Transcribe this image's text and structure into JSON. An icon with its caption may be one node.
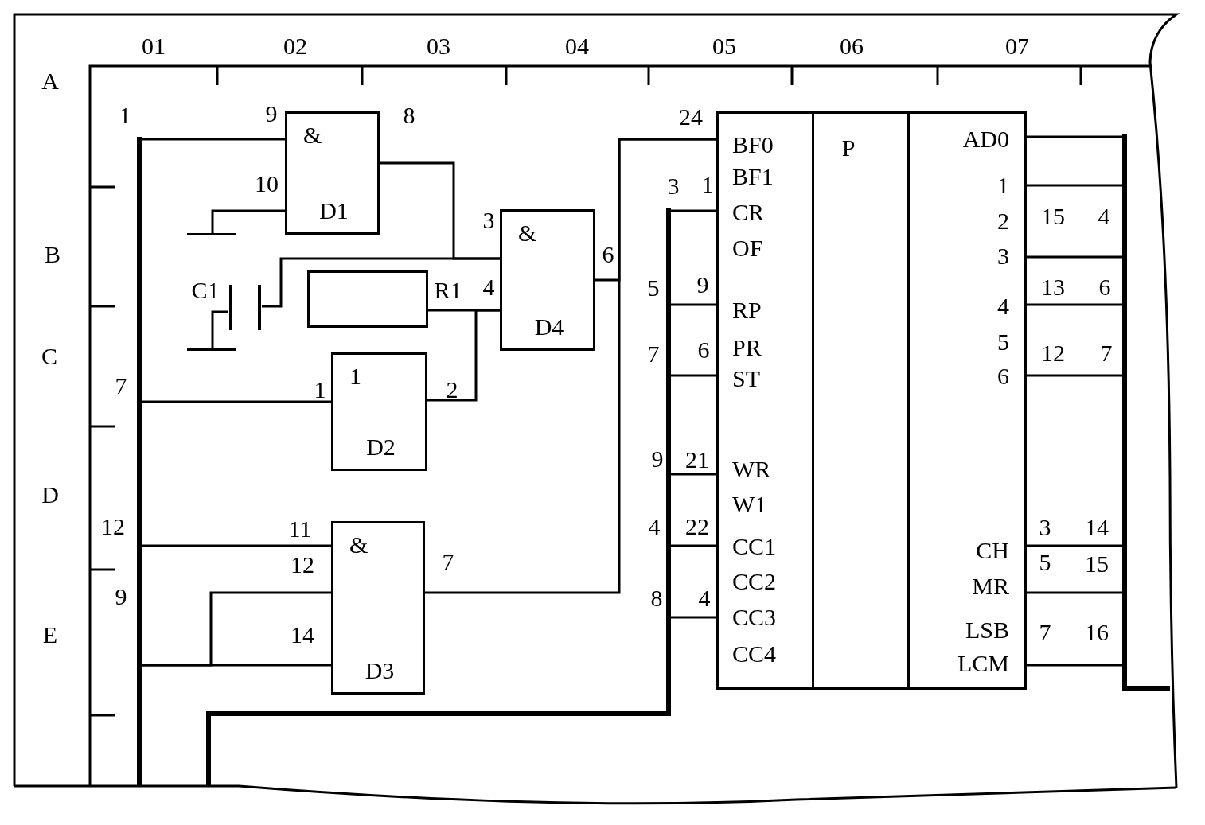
{
  "diagram": {
    "nodes": [
      {
        "text": [
          "&",
          "D1"
        ]
      },
      {
        "text": [
          "&",
          "D4"
        ]
      },
      {
        "text": [
          "1",
          "D2"
        ]
      },
      {
        "text": [
          "&",
          "D3"
        ]
      },
      {
        "text": [],
        "shape": "box",
        "beside": [
          "R1"
        ]
      },
      {
        "text": [],
        "shape": "capacitor",
        "beside": [
          "C1"
        ]
      },
      {
        "text": [
          "BF0",
          "BF1",
          "CR",
          "OF",
          "RP",
          "PR",
          "ST",
          "WR",
          "W1",
          "CC1",
          "CC2",
          "CC3",
          "CC4",
          "P",
          "AD0",
          "1",
          "2",
          "3",
          "4",
          "5",
          "6",
          "CH",
          "MR",
          "LSB",
          "LCM"
        ]
      },
      {
        "text": [],
        "shape": "bar"
      },
      {
        "text": [],
        "shape": "bar"
      },
      {
        "text": [],
        "shape": "bar"
      },
      {
        "text": [],
        "shape": "bar"
      },
      {
        "text": [],
        "shape": "bar"
      }
    ],
    "edges": [
      {
        "from": 7,
        "to": 0,
        "arrow": "none"
      },
      {
        "from": 10,
        "to": 0,
        "arrow": "none"
      },
      {
        "from": 0,
        "to": 1,
        "arrow": "none"
      },
      {
        "from": 5,
        "to": 1,
        "arrow": "none"
      },
      {
        "from": 11,
        "to": 5,
        "arrow": "none"
      },
      {
        "from": 4,
        "to": 1,
        "arrow": "none"
      },
      {
        "from": 2,
        "to": 1,
        "arrow": "none"
      },
      {
        "from": 7,
        "to": 2,
        "arrow": "none"
      },
      {
        "from": 1,
        "to": 6,
        "arrow": "none"
      },
      {
        "from": 3,
        "to": 6,
        "arrow": "none"
      },
      {
        "from": 7,
        "to": 3,
        "arrow": "none"
      },
      {
        "from": 7,
        "to": 3,
        "arrow": "none"
      },
      {
        "from": 7,
        "to": 3,
        "arrow": "none"
      },
      {
        "from": 8,
        "to": 6,
        "arrow": "none"
      },
      {
        "from": 8,
        "to": 6,
        "arrow": "none"
      },
      {
        "from": 8,
        "to": 6,
        "arrow": "none"
      },
      {
        "from": 8,
        "to": 6,
        "arrow": "none"
      },
      {
        "from": 8,
        "to": 6,
        "arrow": "none"
      },
      {
        "from": 8,
        "to": 6,
        "arrow": "none"
      },
      {
        "from": 6,
        "to": 9,
        "arrow": "none"
      },
      {
        "from": 6,
        "to": 9,
        "arrow": "none"
      },
      {
        "from": 6,
        "to": 9,
        "arrow": "none"
      },
      {
        "from": 6,
        "to": 9,
        "arrow": "none"
      },
      {
        "from": 6,
        "to": 9,
        "arrow": "none"
      },
      {
        "from": 6,
        "to": 9,
        "arrow": "none"
      },
      {
        "from": 6,
        "to": 9,
        "arrow": "none"
      },
      {
        "from": 6,
        "to": 9,
        "arrow": "none"
      },
      {
        "from": 8,
        "to": null,
        "arrow": "none",
        "style": "thick"
      },
      {
        "from": 9,
        "to": null,
        "arrow": "none",
        "style": "thick"
      }
    ],
    "labels": [
      "01",
      "02",
      "03",
      "04",
      "05",
      "06",
      "07",
      "A",
      "1",
      "9",
      "8",
      "24",
      "10",
      "3",
      "1",
      "3",
      "15",
      "4",
      "B",
      "6",
      "4",
      "5",
      "9",
      "13",
      "6",
      "C",
      "7",
      "6",
      "12",
      "7",
      "7",
      "1",
      "2",
      "9",
      "21",
      "D",
      "12",
      "11",
      "4",
      "22",
      "3",
      "14",
      "12",
      "7",
      "5",
      "15",
      "9",
      "8",
      "4",
      "E",
      "14",
      "7",
      "16"
    ]
  }
}
